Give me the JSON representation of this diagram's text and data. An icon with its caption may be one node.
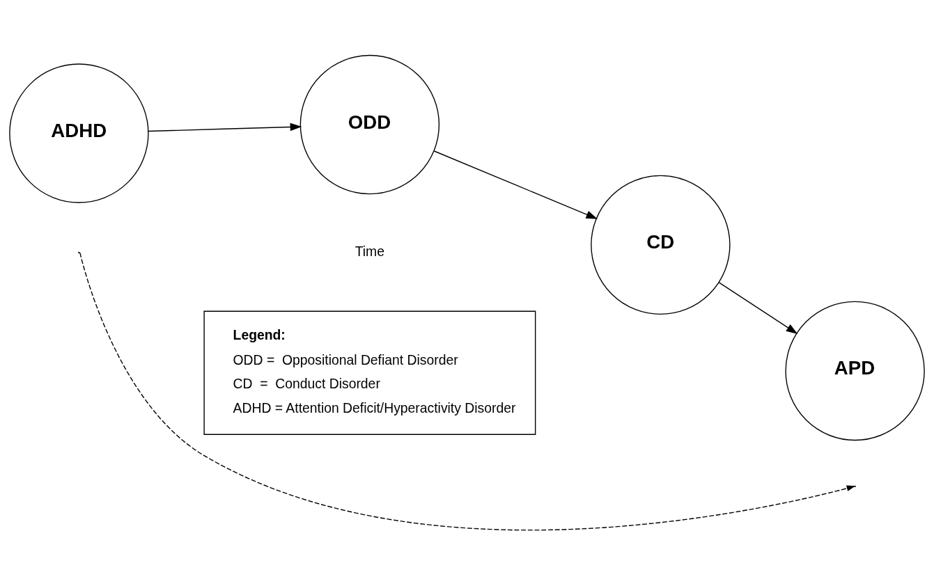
{
  "diagram": {
    "nodes": [
      {
        "text": [
          "ADHD"
        ]
      },
      {
        "text": [
          "ODD"
        ]
      },
      {
        "text": [
          "CD"
        ]
      },
      {
        "text": [
          "APD"
        ]
      },
      {
        "text": [
          "Legend:",
          "ODD =  Oppositional Defiant Disorder",
          "CD  =  Conduct Disorder",
          "ADHD = Attention Deficit/Hyperactivity Disorder"
        ]
      }
    ],
    "edges": [
      {
        "from": 0,
        "to": 1,
        "arrow": "to"
      },
      {
        "from": 1,
        "to": 2,
        "arrow": "to"
      },
      {
        "from": 2,
        "to": 3,
        "arrow": "to"
      }
    ],
    "labels": [
      "Time"
    ]
  }
}
